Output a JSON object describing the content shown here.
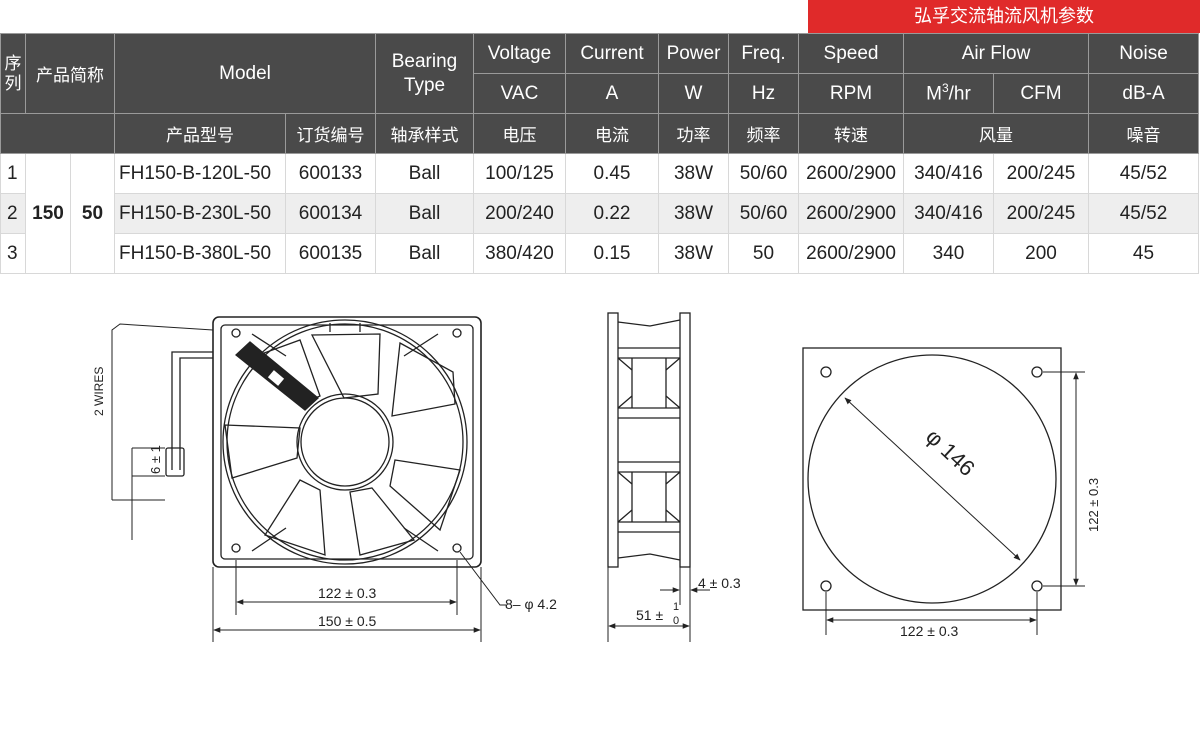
{
  "table_title": "弘孚交流轴流风机参数",
  "header": {
    "seq": "序列",
    "short_name": "产品简称",
    "model": "Model",
    "bearing": "Bearing Type",
    "voltage": "Voltage",
    "current": "Current",
    "power": "Power",
    "freq": "Freq.",
    "speed": "Speed",
    "airflow": "Air Flow",
    "noise": "Noise",
    "unit_vac": "VAC",
    "unit_a": "A",
    "unit_w": "W",
    "unit_hz": "Hz",
    "unit_rpm": "RPM",
    "unit_m3hr_base": "M",
    "unit_m3hr_sup": "3",
    "unit_m3hr_tail": "/hr",
    "unit_cfm": "CFM",
    "unit_dba": "dB-A",
    "cn_model": "产品型号",
    "cn_order": "订货编号",
    "cn_bearing": "轴承样式",
    "cn_voltage": "电压",
    "cn_current": "电流",
    "cn_power": "功率",
    "cn_freq": "频率",
    "cn_speed": "转速",
    "cn_airflow": "风量",
    "cn_noise": "噪音"
  },
  "short_name_values": {
    "size": "150",
    "thickness": "50"
  },
  "rows": [
    {
      "seq": "1",
      "model": "FH150-B-120L-50",
      "order": "600133",
      "bearing": "Ball",
      "voltage": "100/125",
      "current": "0.45",
      "power": "38W",
      "freq": "50/60",
      "speed": "2600/2900",
      "m3hr": "340/416",
      "cfm": "200/245",
      "noise": "45/52"
    },
    {
      "seq": "2",
      "model": "FH150-B-230L-50",
      "order": "600134",
      "bearing": "Ball",
      "voltage": "200/240",
      "current": "0.22",
      "power": "38W",
      "freq": "50/60",
      "speed": "2600/2900",
      "m3hr": "340/416",
      "cfm": "200/245",
      "noise": "45/52"
    },
    {
      "seq": "3",
      "model": "FH150-B-380L-50",
      "order": "600135",
      "bearing": "Ball",
      "voltage": "380/420",
      "current": "0.15",
      "power": "38W",
      "freq": "50",
      "speed": "2600/2900",
      "m3hr": "340",
      "cfm": "200",
      "noise": "45"
    }
  ],
  "drawing": {
    "wires_label": "2 WIRES",
    "wire_len": "6 ± 1",
    "front_hole_spacing": "122 ± 0.3",
    "front_width": "150 ± 0.5",
    "holes": "8– φ 4.2",
    "side_flange": "4 ± 0.3",
    "side_depth": "51 ± ",
    "side_tol_plus": "1",
    "side_tol_minus": "0",
    "back_diameter": "φ 146",
    "back_vertical": "122 ± 0.3",
    "back_horizontal": "122 ± 0.3"
  },
  "colors": {
    "header_bg": "#4a4a4a",
    "accent_red": "#e02a2a",
    "row_alt": "#eeeeee"
  }
}
